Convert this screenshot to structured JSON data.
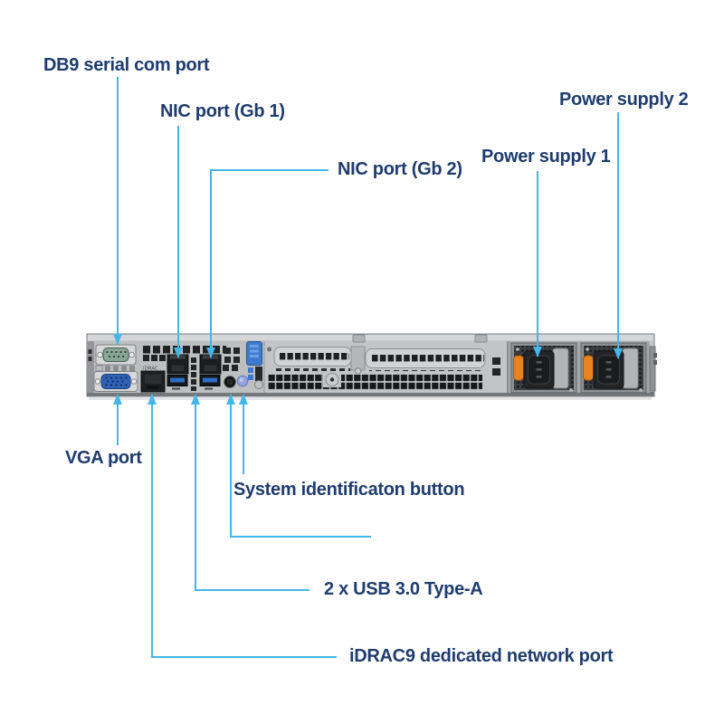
{
  "colors": {
    "label_text": "#1e3c6e",
    "leader_line": "#45b6e8",
    "chassis_gray": "#c6c8ca",
    "port_dark": "#1b1d1f",
    "usb_blue": "#2b6cc4",
    "vga_blue": "#2f63b8",
    "serial_green": "#88a696",
    "psu_orange": "#e8831f",
    "riser_latch_blue": "#3e7ad0",
    "sysid_button_blue": "#93a5de"
  },
  "labels": {
    "db9": "DB9 serial com port",
    "nic1": "NIC port (Gb 1)",
    "nic2": "NIC port (Gb 2)",
    "power2": "Power supply 2",
    "power1": "Power supply 1",
    "vga": "VGA port",
    "sysid": "System identificaton button",
    "usb": "2 x USB 3.0 Type-A",
    "idrac": "iDRAC9 dedicated network port"
  },
  "server_print": {
    "idrac_port_label": "iDRAC"
  }
}
